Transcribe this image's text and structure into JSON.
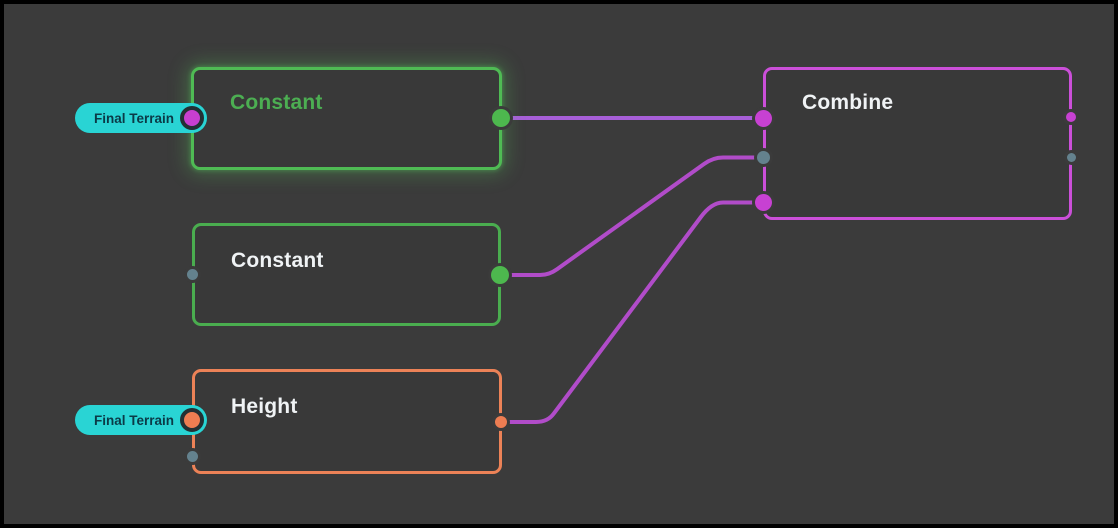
{
  "canvas": {
    "background_color": "#3b3b3b",
    "frame_color": "#000000"
  },
  "nodes": [
    {
      "title": "Constant",
      "state": "selected",
      "accent_color": "#4fbb54",
      "title_color": "#4cae52",
      "left_badge": "Final Terrain",
      "output_port_color": "#4db84e",
      "badge_dot_color": "#c73fd0"
    },
    {
      "title": "Constant",
      "state": "default",
      "accent_color": "#4aad4f",
      "title_color": "#f0f3f5",
      "input_port_color": "#64828e",
      "output_port_color": "#4db84e"
    },
    {
      "title": "Height",
      "state": "default",
      "accent_color": "#ec8257",
      "title_color": "#f0f3f5",
      "left_badge": "Final Terrain",
      "input_port_color": "#64828e",
      "output_port_color": "#ed7d52",
      "badge_dot_color": "#ed7d52"
    },
    {
      "title": "Combine",
      "state": "default",
      "accent_color": "#cb4fd9",
      "title_color": "#f0f3f5",
      "input_port_colors": [
        "#c741d2",
        "#64828e",
        "#c741d2"
      ],
      "output_port_colors": [
        "#c741d2",
        "#64828e"
      ]
    }
  ],
  "badges": [
    {
      "label": "Final Terrain",
      "background": "#29d4d4",
      "text_color": "#0b3a47",
      "dot_color": "#c73fd0"
    },
    {
      "label": "Final Terrain",
      "background": "#29d4d4",
      "text_color": "#0b3a47",
      "dot_color": "#ed7d52"
    }
  ],
  "wires": [
    {
      "from": "constant-1.output",
      "to": "combine.input-1",
      "color": "#a75fd8"
    },
    {
      "from": "constant-2.output",
      "to": "combine.input-2",
      "color": "#b14cc9"
    },
    {
      "from": "height.output",
      "to": "combine.input-3",
      "color": "#b14cc9"
    }
  ]
}
